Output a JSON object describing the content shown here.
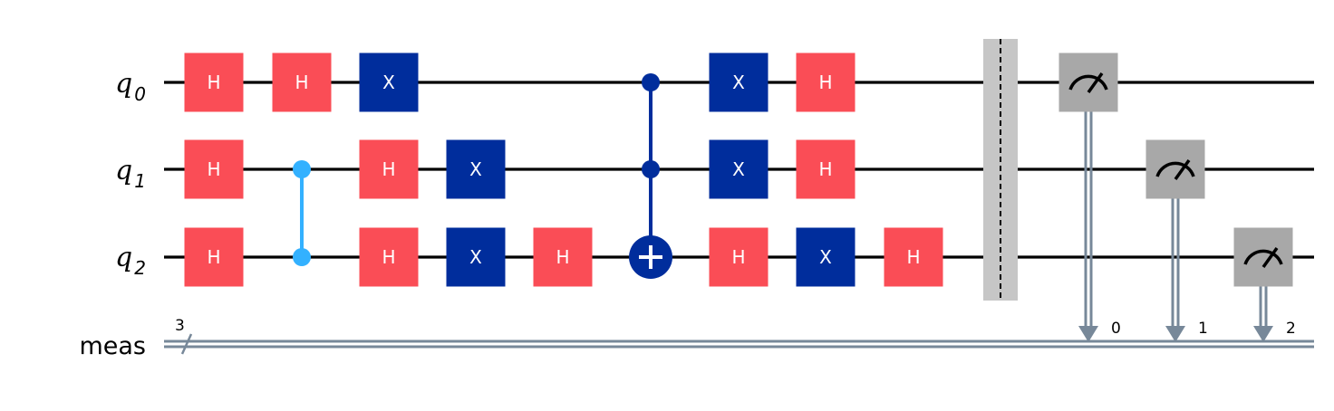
{
  "qubits": [
    {
      "name": "q",
      "index": "0"
    },
    {
      "name": "q",
      "index": "1"
    },
    {
      "name": "q",
      "index": "2"
    }
  ],
  "classical_register": {
    "name": "meas",
    "width": "3",
    "bit_labels": [
      "0",
      "1",
      "2"
    ]
  },
  "gate_labels": {
    "h": "H",
    "x": "X"
  },
  "colors": {
    "h_gate": "#fa4d56",
    "x_gate": "#002d9c",
    "cz_gate": "#33b1ff",
    "cx_control": "#002d9c",
    "measure": "#a8a8a8",
    "barrier": "#c6c6c6",
    "classical_wire": "#778899",
    "gate_text": "#ffffff",
    "wire": "#000000"
  },
  "operations": [
    {
      "step": 0,
      "gate": "h",
      "qubits": [
        0
      ]
    },
    {
      "step": 0,
      "gate": "h",
      "qubits": [
        1
      ]
    },
    {
      "step": 0,
      "gate": "h",
      "qubits": [
        2
      ]
    },
    {
      "step": 1,
      "gate": "h",
      "qubits": [
        0
      ]
    },
    {
      "step": 1,
      "gate": "cz",
      "qubits": [
        1,
        2
      ]
    },
    {
      "step": 2,
      "gate": "x",
      "qubits": [
        0
      ]
    },
    {
      "step": 2,
      "gate": "h",
      "qubits": [
        1
      ]
    },
    {
      "step": 2,
      "gate": "h",
      "qubits": [
        2
      ]
    },
    {
      "step": 3,
      "gate": "x",
      "qubits": [
        1
      ]
    },
    {
      "step": 3,
      "gate": "x",
      "qubits": [
        2
      ]
    },
    {
      "step": 4,
      "gate": "h",
      "qubits": [
        2
      ]
    },
    {
      "step": 5,
      "gate": "ccx",
      "controls": [
        0,
        1
      ],
      "target": 2
    },
    {
      "step": 6,
      "gate": "x",
      "qubits": [
        0
      ]
    },
    {
      "step": 6,
      "gate": "x",
      "qubits": [
        1
      ]
    },
    {
      "step": 6,
      "gate": "h",
      "qubits": [
        2
      ]
    },
    {
      "step": 7,
      "gate": "h",
      "qubits": [
        0
      ]
    },
    {
      "step": 7,
      "gate": "h",
      "qubits": [
        1
      ]
    },
    {
      "step": 7,
      "gate": "x",
      "qubits": [
        2
      ]
    },
    {
      "step": 8,
      "gate": "h",
      "qubits": [
        2
      ]
    },
    {
      "step": 9,
      "gate": "barrier",
      "qubits": [
        0,
        1,
        2
      ]
    },
    {
      "step": 10,
      "gate": "measure",
      "qubit": 0,
      "clbit": 0
    },
    {
      "step": 11,
      "gate": "measure",
      "qubit": 1,
      "clbit": 1
    },
    {
      "step": 12,
      "gate": "measure",
      "qubit": 2,
      "clbit": 2
    }
  ]
}
